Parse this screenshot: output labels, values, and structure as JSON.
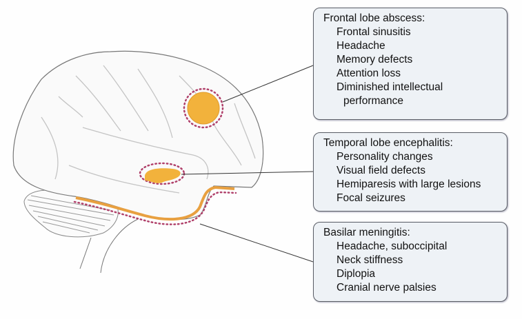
{
  "boxes": [
    {
      "title": "Frontal lobe abscess:",
      "items": [
        "Frontal sinusitis",
        "Headache",
        "Memory defects",
        "Attention loss",
        "Diminished intellectual",
        "performance"
      ]
    },
    {
      "title": "Temporal lobe encephalitis:",
      "items": [
        "Personality changes",
        "Visual field defects",
        "Hemiparesis with large lesions",
        "Focal seizures"
      ]
    },
    {
      "title": "Basilar meningitis:",
      "items": [
        "Headache, suboccipital",
        "Neck stiffness",
        "Diplopia",
        "Cranial nerve palsies"
      ]
    }
  ],
  "colors": {
    "lesion": "#f2b23c",
    "dots": "#b0406a",
    "box_bg": "#eef2f6"
  }
}
